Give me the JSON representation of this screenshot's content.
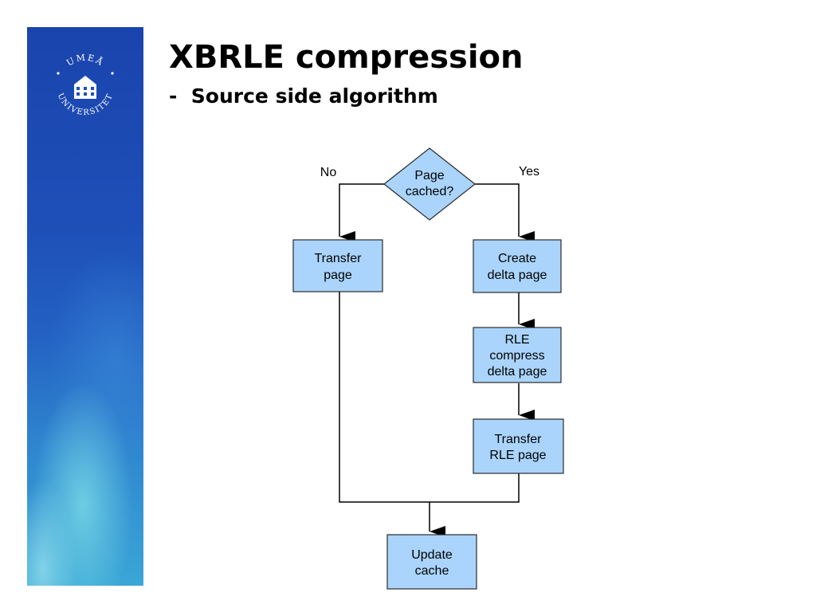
{
  "slide": {
    "title": "XBRLE compression",
    "subtitle": "-  Source side algorithm"
  },
  "logo": {
    "top_text": "UMEÅ",
    "bottom_text": "UNIVERSITET"
  },
  "colors": {
    "sidebar_top": "#1a44ad",
    "sidebar_bottom": "#3aa6d6",
    "node_fill": "#aad4fb",
    "node_stroke": "#2a2a2a"
  },
  "diagram": {
    "decision": {
      "line1": "Page",
      "line2": "cached?"
    },
    "branch_no": "No",
    "branch_yes": "Yes",
    "transfer_page": {
      "line1": "Transfer",
      "line2": "page"
    },
    "create_delta": {
      "line1": "Create",
      "line2": "delta page"
    },
    "rle_compress": {
      "line1": "RLE",
      "line2": "compress",
      "line3": "delta page"
    },
    "transfer_rle": {
      "line1": "Transfer",
      "line2": "RLE page"
    },
    "update_cache": {
      "line1": "Update",
      "line2": "cache"
    }
  }
}
